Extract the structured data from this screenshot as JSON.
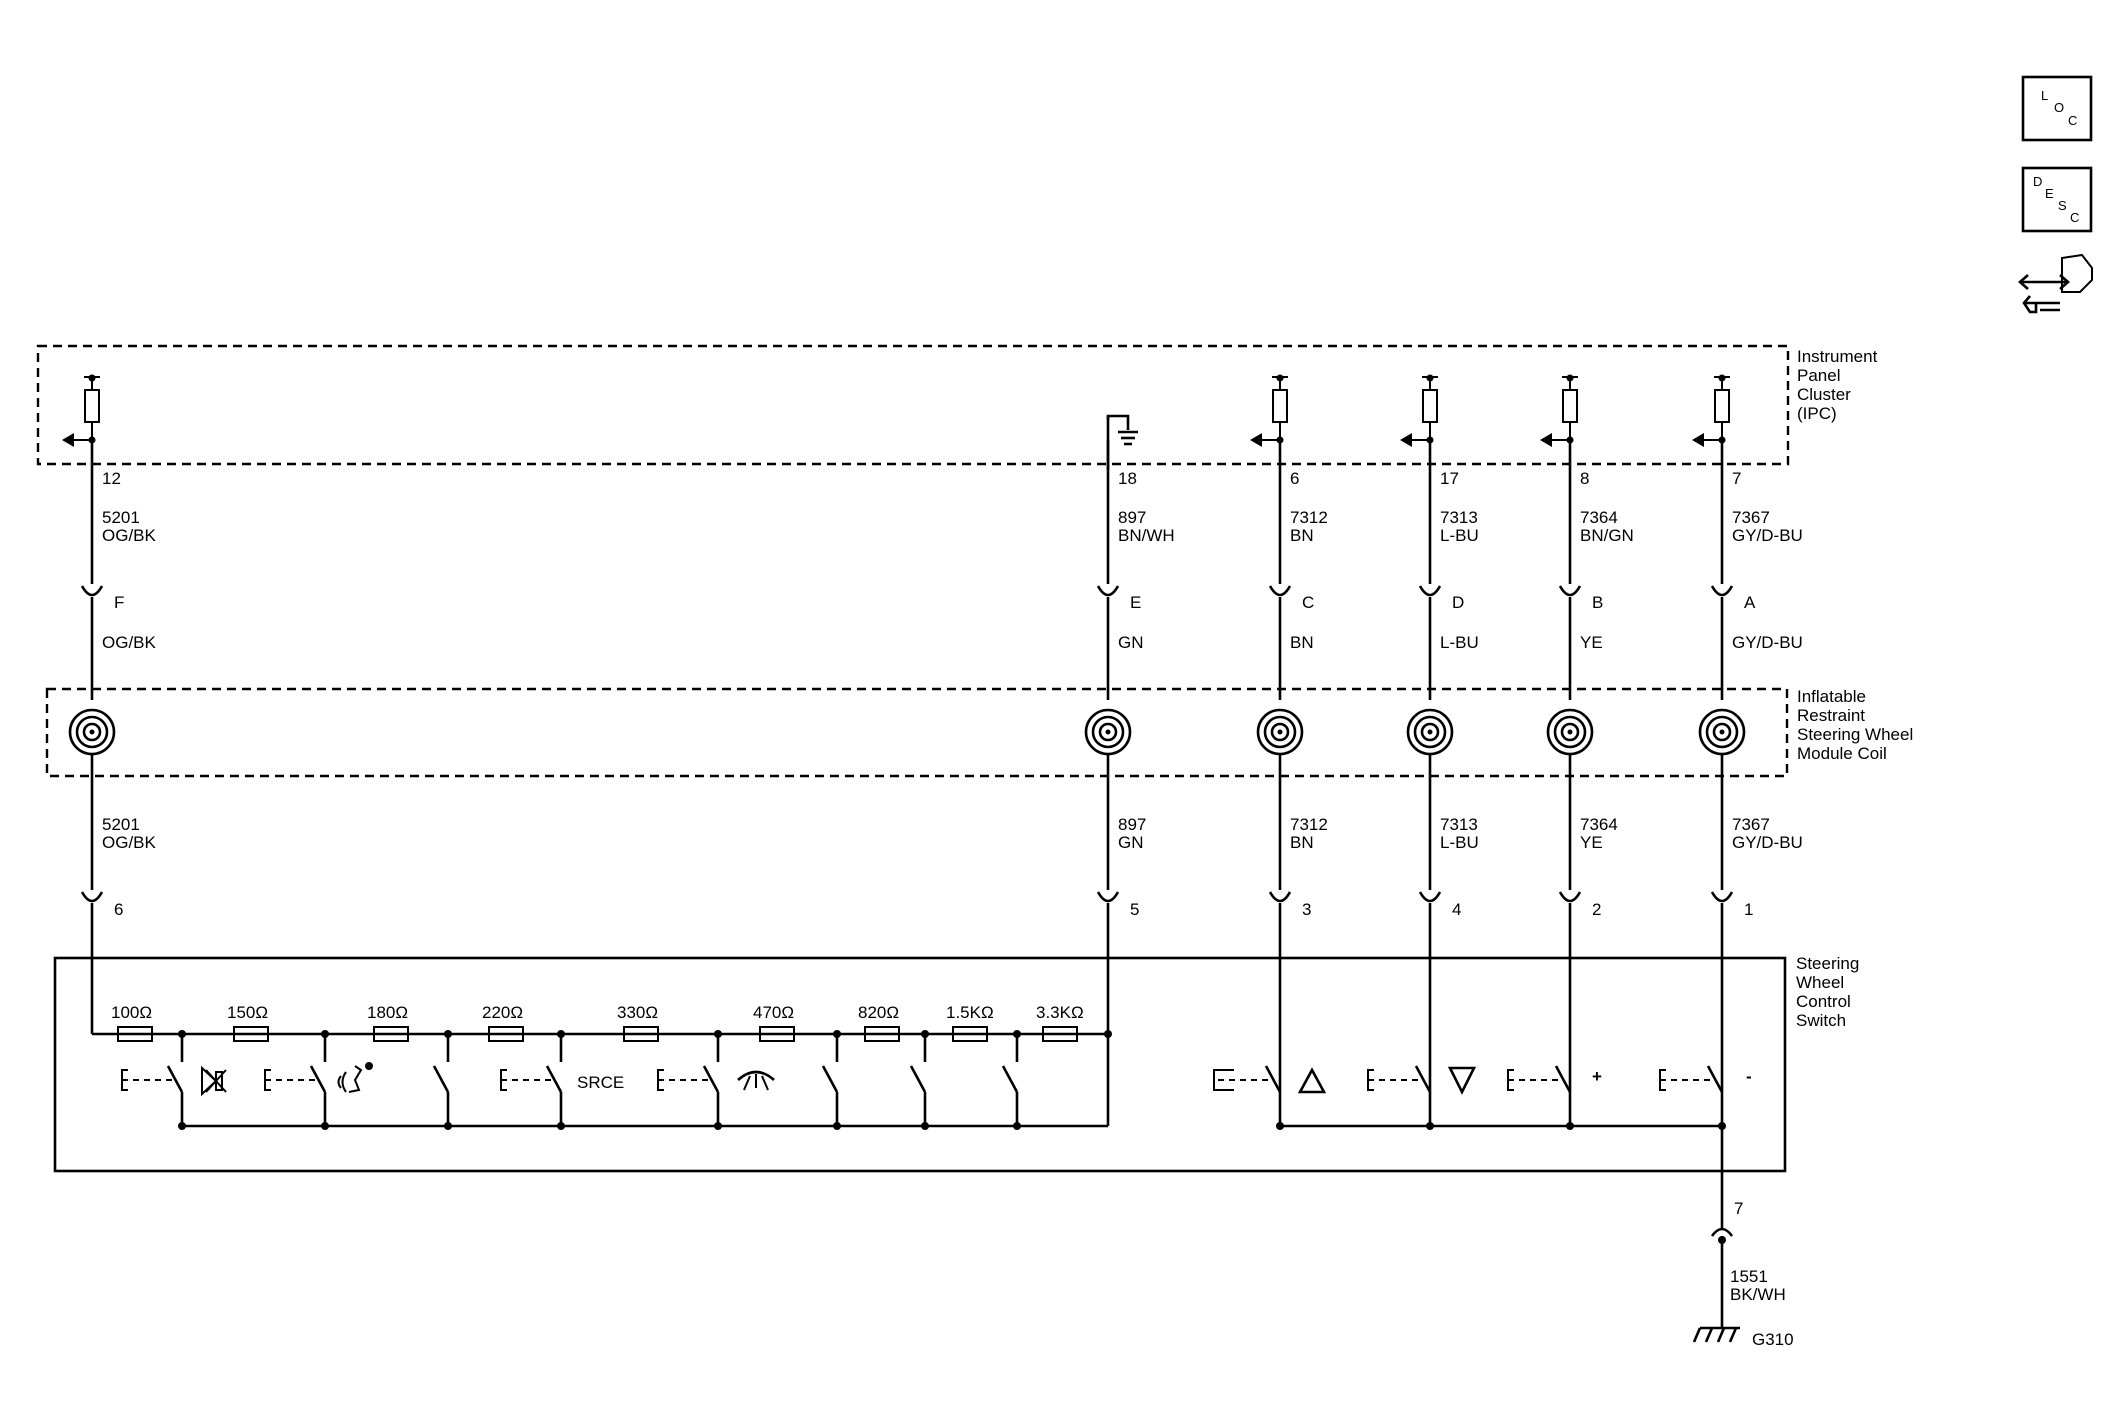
{
  "icons": {
    "loc": [
      "L",
      "O",
      "C"
    ],
    "desc": [
      "D",
      "E",
      "S",
      "C"
    ]
  },
  "components": {
    "ipc": "Instrument\nPanel\nCluster\n(IPC)",
    "coil": "Inflatable\nRestraint\nSteering Wheel\nModule Coil",
    "switch": "Steering\nWheel\nControl\nSwitch"
  },
  "circuits": [
    {
      "id": "c12",
      "ipc_pin": "12",
      "upper_circuit": "5201",
      "upper_color": "OG/BK",
      "conn_pin": "F",
      "conn_color": "OG/BK",
      "lower_circuit": "5201",
      "lower_color": "OG/BK",
      "switch_pin": "6"
    },
    {
      "id": "c18",
      "ipc_pin": "18",
      "upper_circuit": "897",
      "upper_color": "BN/WH",
      "conn_pin": "E",
      "conn_color": "GN",
      "lower_circuit": "897",
      "lower_color": "GN",
      "switch_pin": "5"
    },
    {
      "id": "c6",
      "ipc_pin": "6",
      "upper_circuit": "7312",
      "upper_color": "BN",
      "conn_pin": "C",
      "conn_color": "BN",
      "lower_circuit": "7312",
      "lower_color": "BN",
      "switch_pin": "3"
    },
    {
      "id": "c17",
      "ipc_pin": "17",
      "upper_circuit": "7313",
      "upper_color": "L-BU",
      "conn_pin": "D",
      "conn_color": "L-BU",
      "lower_circuit": "7313",
      "lower_color": "L-BU",
      "switch_pin": "4"
    },
    {
      "id": "c8",
      "ipc_pin": "8",
      "upper_circuit": "7364",
      "upper_color": "BN/GN",
      "conn_pin": "B",
      "conn_color": "YE",
      "lower_circuit": "7364",
      "lower_color": "YE",
      "switch_pin": "2"
    },
    {
      "id": "c7",
      "ipc_pin": "7",
      "upper_circuit": "7367",
      "upper_color": "GY/D-BU",
      "conn_pin": "A",
      "conn_color": "GY/D-BU",
      "lower_circuit": "7367",
      "lower_color": "GY/D-BU",
      "switch_pin": "1"
    }
  ],
  "resistors": [
    "100Ω",
    "150Ω",
    "180Ω",
    "220Ω",
    "330Ω",
    "470Ω",
    "820Ω",
    "1.5KΩ",
    "3.3KΩ"
  ],
  "switch_labels": {
    "source": "SRCE",
    "plus": "+",
    "minus": "-"
  },
  "ground": {
    "pin": "7",
    "circuit": "1551",
    "color": "BK/WH",
    "label": "G310"
  }
}
